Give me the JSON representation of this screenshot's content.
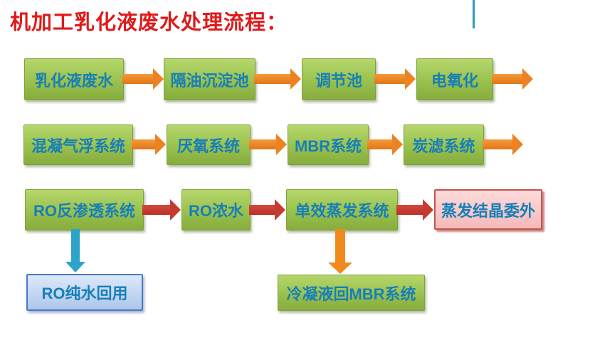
{
  "title": "机加工乳化液废水处理流程：",
  "colors": {
    "title_red": "#e01a1a",
    "node_green_top": "#b6d66c",
    "node_green_bottom": "#86ad3d",
    "node_text_blue": "#177fb8",
    "arrow_orange": "#ec8220",
    "arrow_red": "#c63b31",
    "arrow_teal": "#2ea3c9",
    "node_pink_fill": "#f9caca",
    "node_pink_border": "#c5544b",
    "node_blue_fill": "#c9dbf4",
    "node_blue_border": "#4a7ac2",
    "caret_line_teal": "#2e9bc0"
  },
  "rows": [
    {
      "arrow_color": "orange",
      "boxes": [
        {
          "label": "乳化液废水"
        },
        {
          "label": "隔油沉淀池"
        },
        {
          "label": "调节池"
        },
        {
          "label": "电氧化"
        }
      ],
      "trailing_arrow": true
    },
    {
      "arrow_color": "orange",
      "boxes": [
        {
          "label": "混凝气浮系统"
        },
        {
          "label": "厌氧系统"
        },
        {
          "label": "MBR系统"
        },
        {
          "label": "炭滤系统"
        }
      ],
      "trailing_arrow": true
    },
    {
      "arrow_color": "red",
      "boxes": [
        {
          "label": "RO反渗透系统"
        },
        {
          "label": "RO浓水"
        },
        {
          "label": "单效蒸发系统"
        },
        {
          "label": "蒸发结晶委外"
        }
      ],
      "trailing_arrow": false
    },
    {
      "arrow_color": "none",
      "boxes": [
        {
          "label": "RO纯水回用"
        },
        {
          "label": "冷凝液回MBR系统"
        }
      ],
      "trailing_arrow": false
    }
  ],
  "down_arrows": [
    {
      "from": "RO反渗透系统",
      "to": "RO纯水回用",
      "color": "teal"
    },
    {
      "from": "单效蒸发系统",
      "to": "冷凝液回MBR系统",
      "color": "orange"
    }
  ]
}
